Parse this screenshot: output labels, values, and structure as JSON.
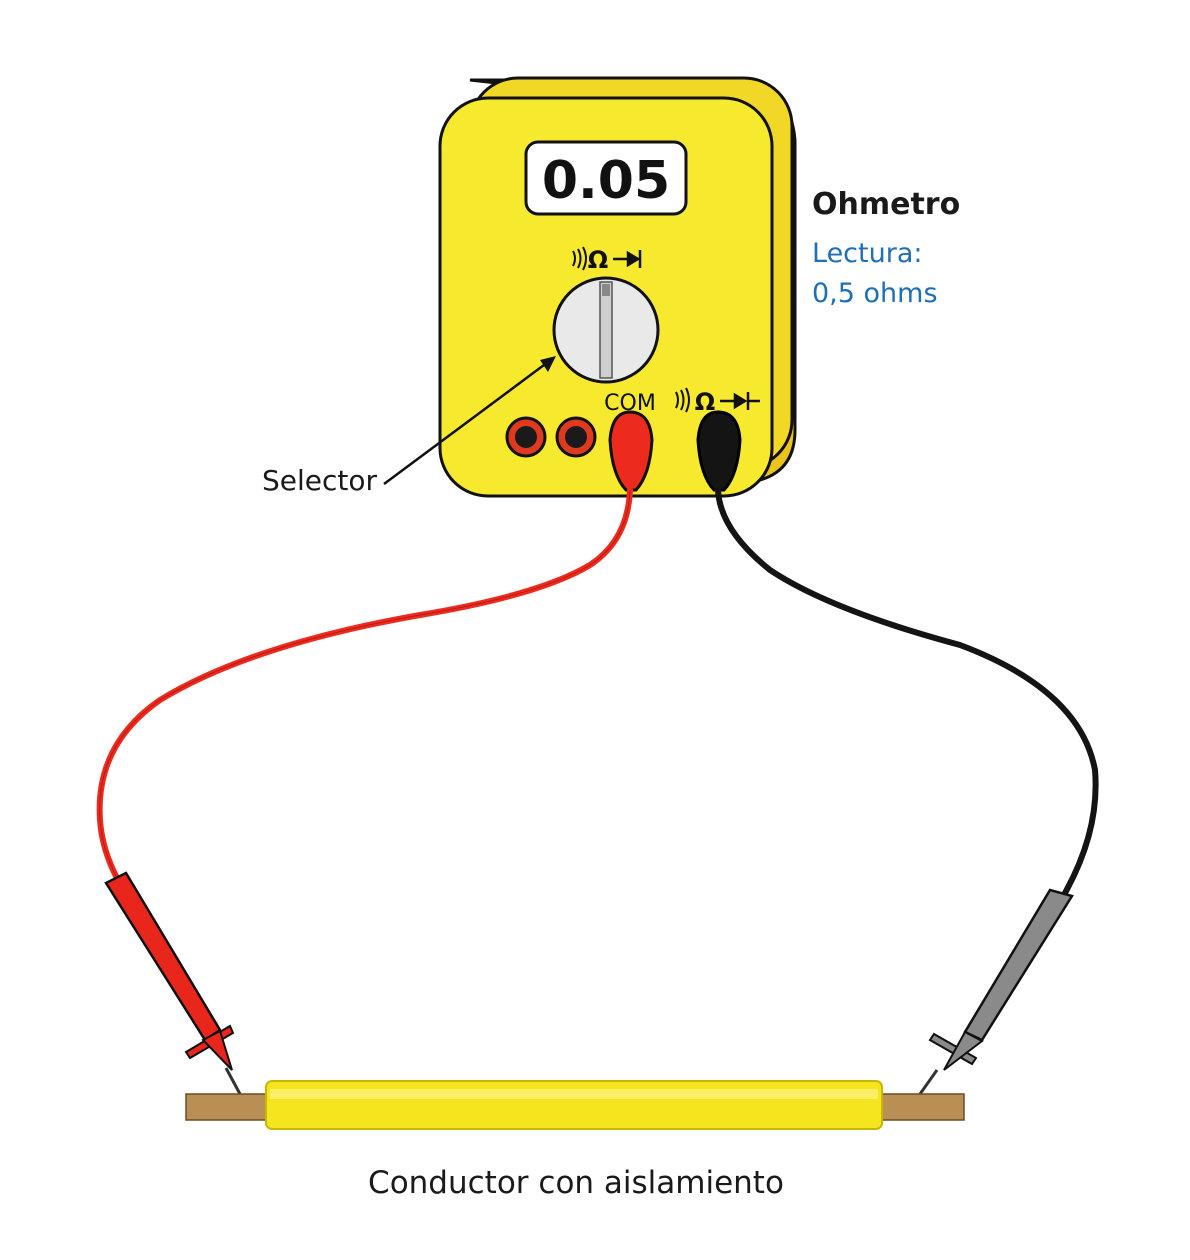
{
  "meter": {
    "display_value": "0.05",
    "dial_symbol": "Ω",
    "port_com": "COM",
    "port_ohm_symbol": "Ω",
    "body_color": "#f7e92e",
    "edge_color": "#e6c21c"
  },
  "labels": {
    "title": "Ohmetro",
    "reading_label": "Lectura:",
    "reading_value": "0,5 ohms",
    "selector": "Selector",
    "caption": "Conductor con aislamiento"
  },
  "colors": {
    "red_lead": "#e8261c",
    "black_lead": "#111111",
    "gray_probe": "#8a8a8a",
    "insulation": "#f5e51e",
    "copper": "#b98f56",
    "accent_blue": "#1f6fb5"
  }
}
